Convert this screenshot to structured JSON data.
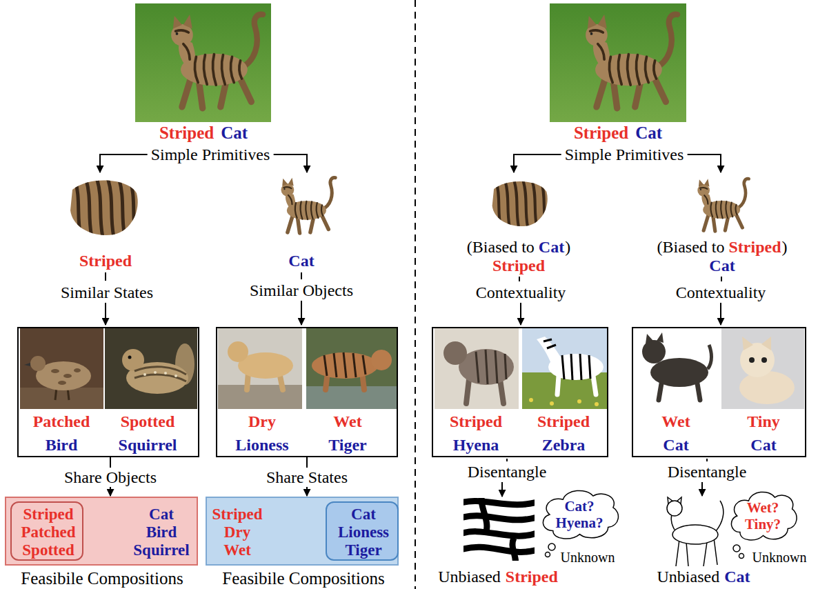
{
  "diagram": {
    "nodes": [
      {
        "text": [
          "Patched",
          "Bird",
          "Spotted",
          "Squirrel"
        ]
      },
      {
        "text": [
          "Dry",
          "Lioness",
          "Wet",
          "Tiger"
        ]
      },
      {
        "text": [
          "Striped",
          "Hyena",
          "Striped",
          "Zebra"
        ]
      },
      {
        "text": [
          "Wet",
          "Cat",
          "Tiny",
          "Cat"
        ]
      },
      {
        "text": [
          "Cat Bird Squirrel"
        ]
      },
      {
        "text": [
          "Striped Patched Spotted"
        ],
        "in": 4
      },
      {
        "text": [
          "Striped Dry Wet"
        ]
      },
      {
        "text": [
          "Cat Lioness Tiger"
        ],
        "in": 6
      },
      {
        "text": [
          "Cat?",
          "Hyena?"
        ]
      },
      {
        "text": [
          "Wet?",
          "Tiny?"
        ]
      }
    ],
    "edges": [
      {
        "from": 0,
        "to": 4,
        "label": "Share Objects",
        "arrow": "to"
      },
      {
        "from": 1,
        "to": 6,
        "label": "Share States",
        "arrow": "to"
      }
    ],
    "labels": [
      "Striped",
      "Cat",
      "Simple Primitives",
      "Striped",
      "Similar States",
      "Cat",
      "Similar Objects",
      "Feasibile Compositions",
      "Feasibile Compositions",
      "Striped",
      "Cat",
      "Simple Primitives",
      "(Biased to",
      "Cat",
      ")",
      "Striped",
      "Contextuality",
      "(Biased to",
      "Striped",
      ")",
      "Cat",
      "Contextuality",
      "Disentangle",
      "Unknown",
      "Unbiased",
      "Striped",
      "Disentangle",
      "Unknown",
      "Unbiased",
      "Cat"
    ]
  }
}
